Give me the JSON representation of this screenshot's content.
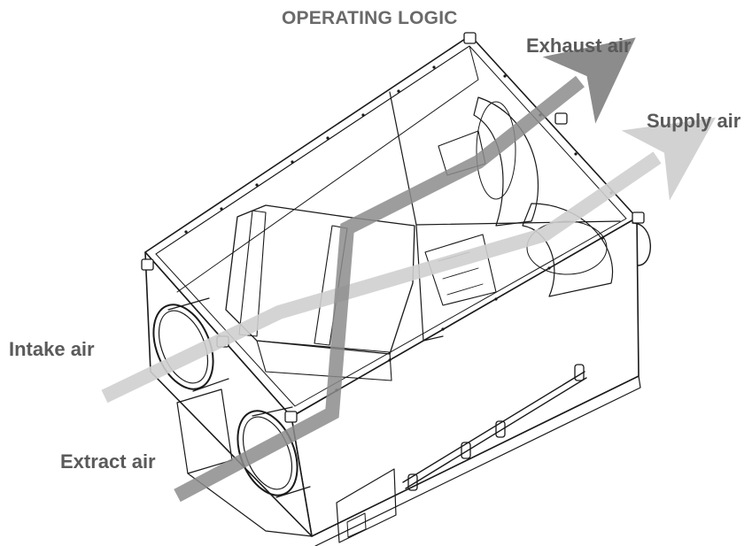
{
  "diagram": {
    "title": "OPERATING LOGIC",
    "labels": {
      "exhaust": "Exhaust air",
      "supply": "Supply air",
      "intake": "Intake air",
      "extract": "Extract air"
    },
    "colors": {
      "arrow_dark": "#8c8c8c",
      "arrow_light": "#cfcfcf",
      "label_text": "#5a5a5a",
      "line_art": "#1a1a1a"
    },
    "subject": "ventilation-unit-line-drawing"
  }
}
